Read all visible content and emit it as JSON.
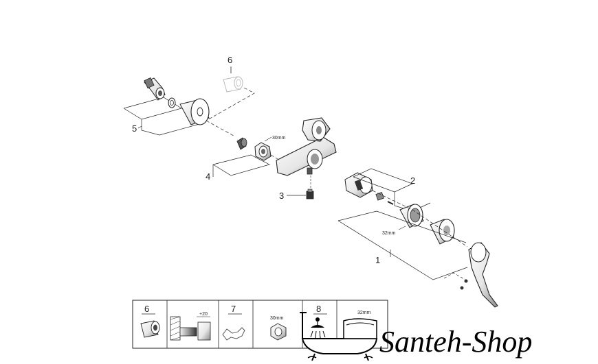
{
  "callouts": {
    "c1": "1",
    "c2": "2",
    "c3": "3",
    "c4": "4",
    "c5": "5",
    "c6": "6"
  },
  "dimensions": {
    "d30": "30mm",
    "d32": "32mm"
  },
  "tools_table": {
    "col1_number": "6",
    "col2_label": "+20",
    "col3_number": "7",
    "col4_label": "30mm",
    "col5_number": "8",
    "col6_label": "32mm"
  },
  "watermark": {
    "text": "Santeh-Shop"
  },
  "colors": {
    "line": "#222222",
    "part_fill": "#ffffff",
    "part_shade": "#b5b5b5",
    "ghost_part": "#bbbbbb"
  }
}
